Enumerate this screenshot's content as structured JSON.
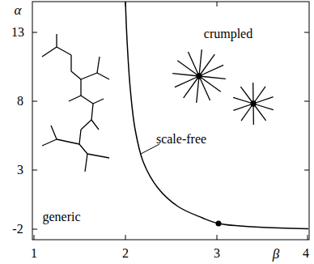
{
  "diagram": {
    "labels": [
      "α",
      "13",
      "8",
      "3",
      "-2",
      "1",
      "2",
      "3",
      "β",
      "4",
      "crumpled",
      "scale-free",
      "generic"
    ]
  }
}
